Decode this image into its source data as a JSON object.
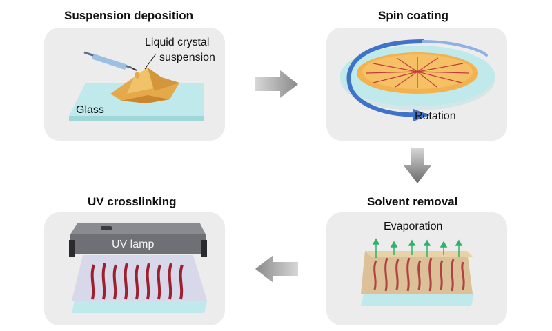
{
  "steps": [
    {
      "title": "Suspension deposition",
      "labels": {
        "suspension": "Liquid crystal\nsuspension",
        "substrate": "Glass"
      }
    },
    {
      "title": "Spin coating",
      "labels": {
        "motion": "Rotation"
      }
    },
    {
      "title": "Solvent removal",
      "labels": {
        "process": "Evaporation"
      }
    },
    {
      "title": "UV crosslinking",
      "labels": {
        "lamp": "UV lamp"
      }
    }
  ],
  "colors": {
    "panel": "#ececec",
    "glass": "#bfe9ea",
    "suspension": "#e7b04c",
    "arrow": "#8a8a8a",
    "rotation_arrow": "#3f73c9",
    "fibers": "#9e1f2e",
    "evaporation_arrows": "#2fb36a"
  },
  "icons": [
    "dropper-icon",
    "flow-arrow-icon",
    "rotation-arrow-icon",
    "uv-lamp-icon"
  ]
}
